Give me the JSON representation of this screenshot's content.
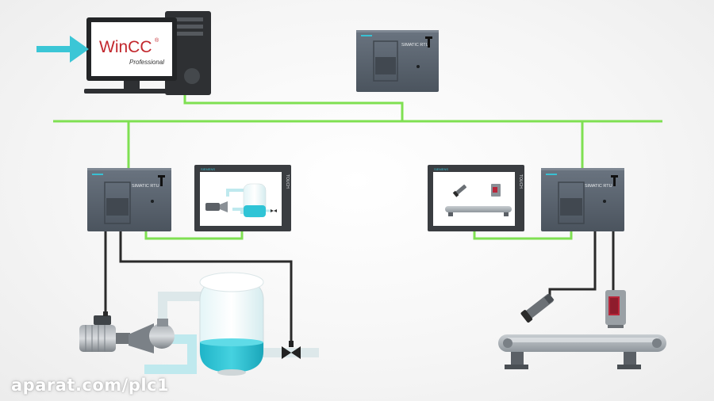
{
  "wincc": {
    "brand": "WinCC",
    "edition": "Professional",
    "trademark": "®"
  },
  "rtu": {
    "label": "SIMATIC RTU",
    "vendor": "SIEMENS"
  },
  "hmi": {
    "label": "TOUCH",
    "vendor": "SIEMENS"
  },
  "watermark": "aparat.com/plc1",
  "colors": {
    "network": "#7fe052",
    "signal": "#2a2a2a",
    "arrow": "#3bc6d6",
    "rtu_body": "#5a6470",
    "water": "#2fc4d6",
    "pipe": "#bfe9ee"
  }
}
